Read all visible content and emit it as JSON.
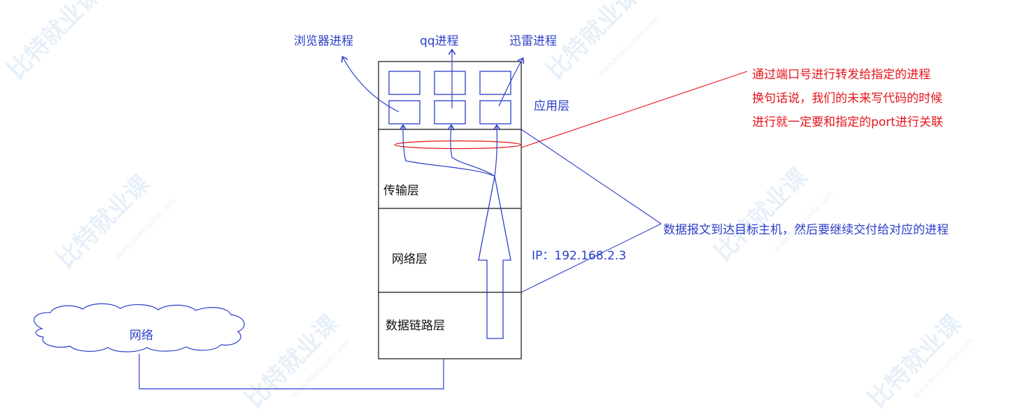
{
  "watermark": {
    "brand": "比特就业课",
    "site": "www.bitejiuyeke.com"
  },
  "processes": {
    "browser": "浏览器进程",
    "qq": "qq进程",
    "xunlei": "迅雷进程"
  },
  "layers": {
    "application": "应用层",
    "transport": "传输层",
    "network": "网络层",
    "datalink": "数据链路层"
  },
  "ip_label": "IP：192.168.2.3",
  "network_cloud": "网络",
  "annotations": {
    "port_line1": "通过端口号进行转发给指定的进程",
    "port_line2": "换句话说，我们的未来写代码的时候",
    "port_line3": "进行就一定要和指定的port进行关联",
    "delivery": "数据报文到达目标主机，然后要继续交付给对应的进程"
  },
  "colors": {
    "blue": "#2b3fc9",
    "red": "#e6141b",
    "black": "#111111"
  }
}
